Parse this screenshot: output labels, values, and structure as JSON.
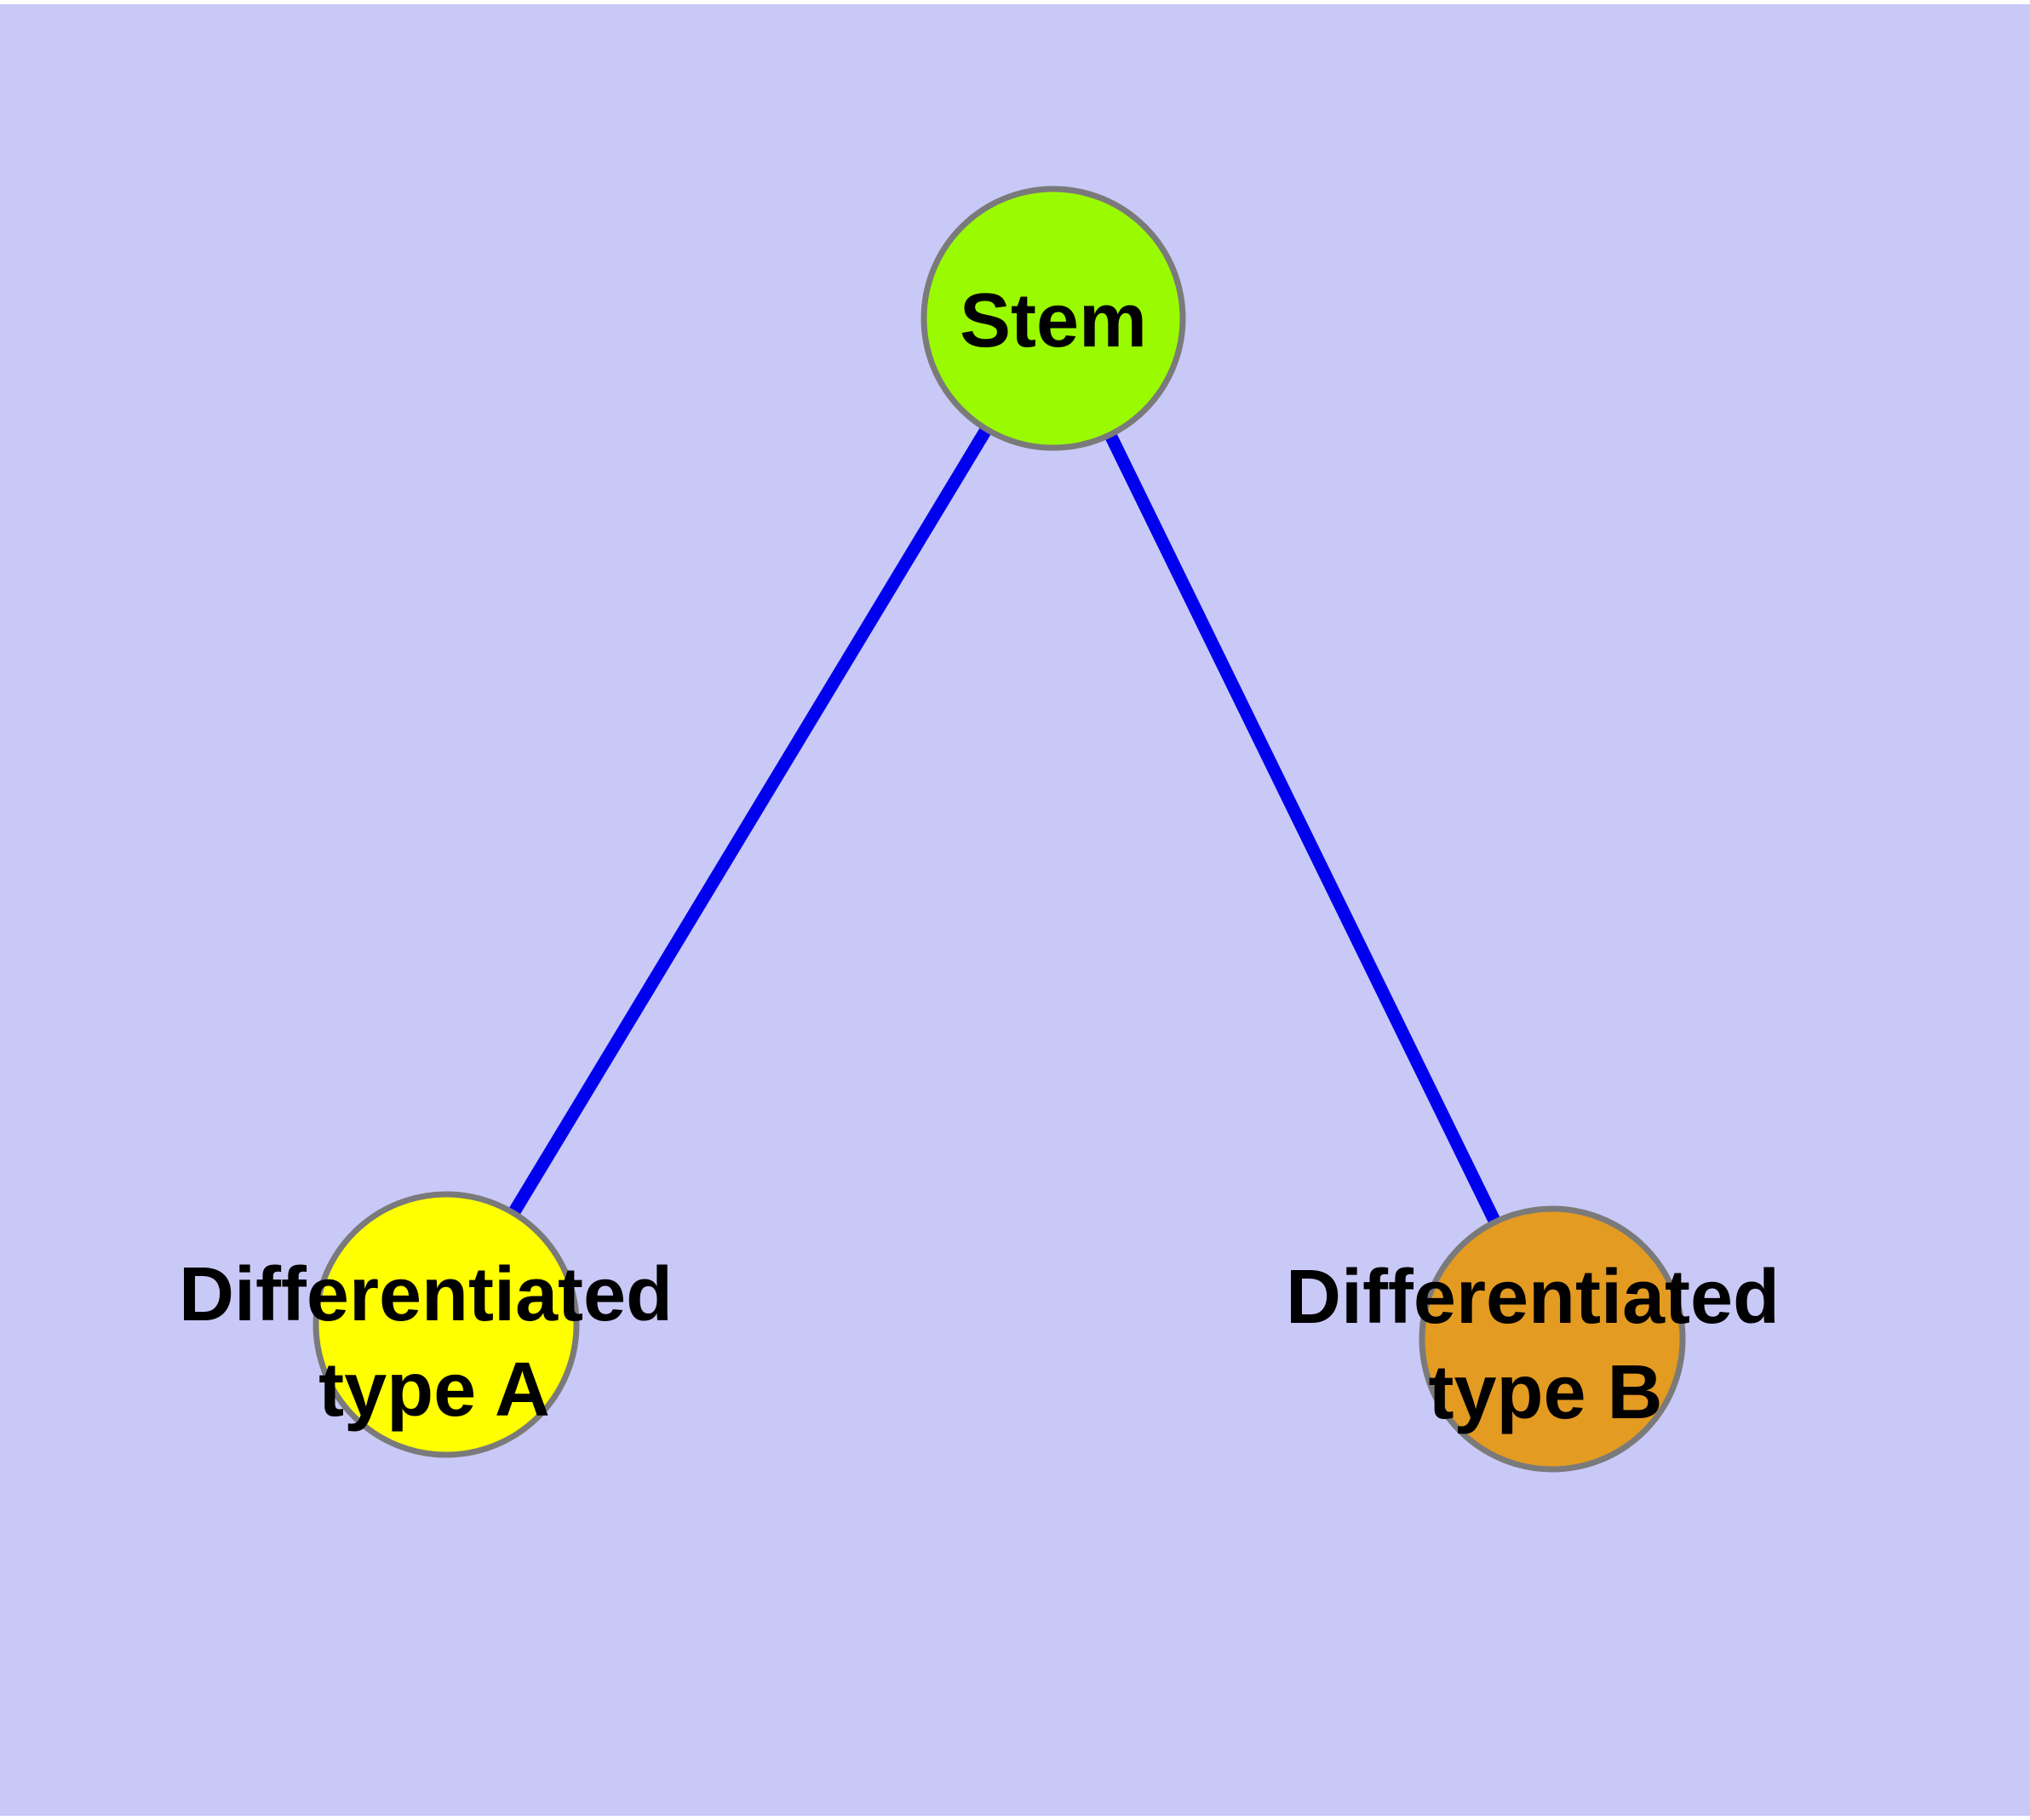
{
  "canvas": {
    "background": "#C9C9F7",
    "margin_color": "#FFFFFF"
  },
  "diagram": {
    "title": "",
    "nodes": [
      {
        "id": "stem",
        "label": "Stem",
        "line1": "Stem",
        "line2": "",
        "fill": "#9AFB00",
        "stroke": "#7A7A7A"
      },
      {
        "id": "differentiated-type-a",
        "label": "Differentiated type A",
        "line1": "Differentiated",
        "line2": "type A",
        "fill": "#FFFF00",
        "stroke": "#7A7A7A"
      },
      {
        "id": "differentiated-type-b",
        "label": "Differentiated type B",
        "line1": "Differentiated",
        "line2": "type B",
        "fill": "#E49B22",
        "stroke": "#7A7A7A"
      }
    ],
    "edges": [
      {
        "id": "stem-to-type-a",
        "from": "Stem",
        "to": "Differentiated type A",
        "color": "#0000EE"
      },
      {
        "id": "stem-to-type-b",
        "from": "Stem",
        "to": "Differentiated type B",
        "color": "#0000EE"
      }
    ]
  }
}
